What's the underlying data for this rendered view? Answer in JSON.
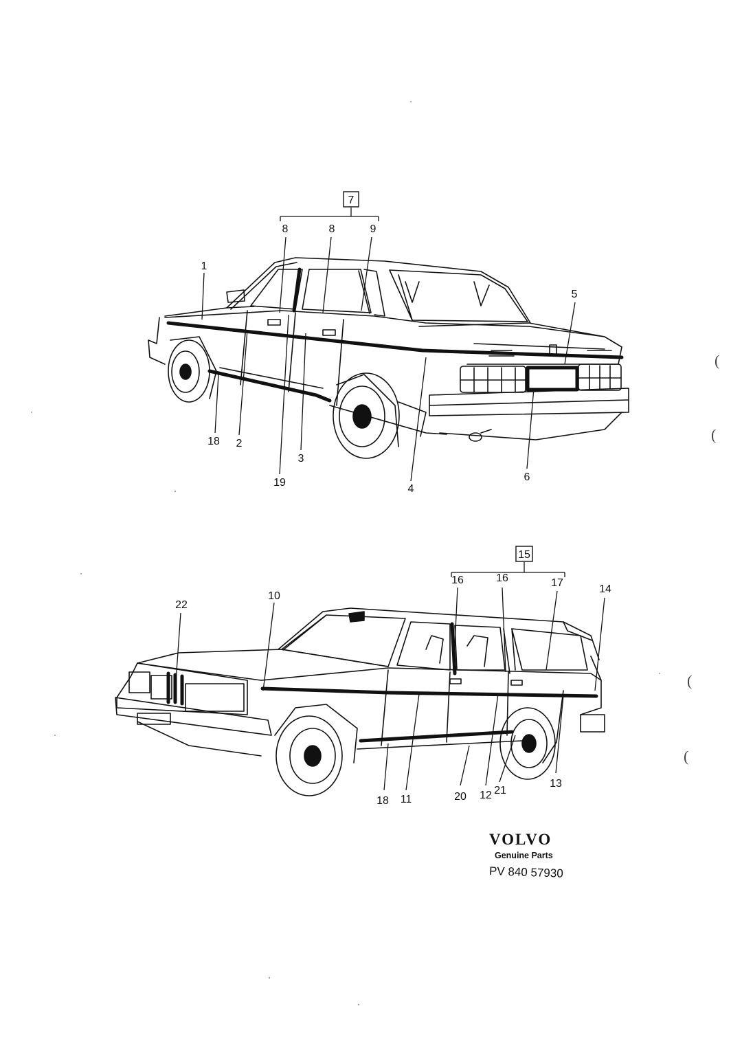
{
  "sedan_callouts": {
    "group": "7",
    "c1": "1",
    "c2": "2",
    "c3": "3",
    "c4": "4",
    "c5": "5",
    "c6": "6",
    "c8a": "8",
    "c8b": "8",
    "c9": "9",
    "c18": "18",
    "c19": "19"
  },
  "wagon_callouts": {
    "group": "15",
    "c10": "10",
    "c11": "11",
    "c12": "12",
    "c13": "13",
    "c14": "14",
    "c16a": "16",
    "c16b": "16",
    "c17": "17",
    "c18": "18",
    "c20": "20",
    "c21": "21",
    "c22": "22"
  },
  "footer": {
    "logo": "VOLVO",
    "subtitle": "Genuine Parts",
    "code": "PV 840 57930"
  },
  "icons": {
    "sedan": "sedan-rear-three-quarter-illustration",
    "wagon": "estate-front-three-quarter-illustration"
  }
}
